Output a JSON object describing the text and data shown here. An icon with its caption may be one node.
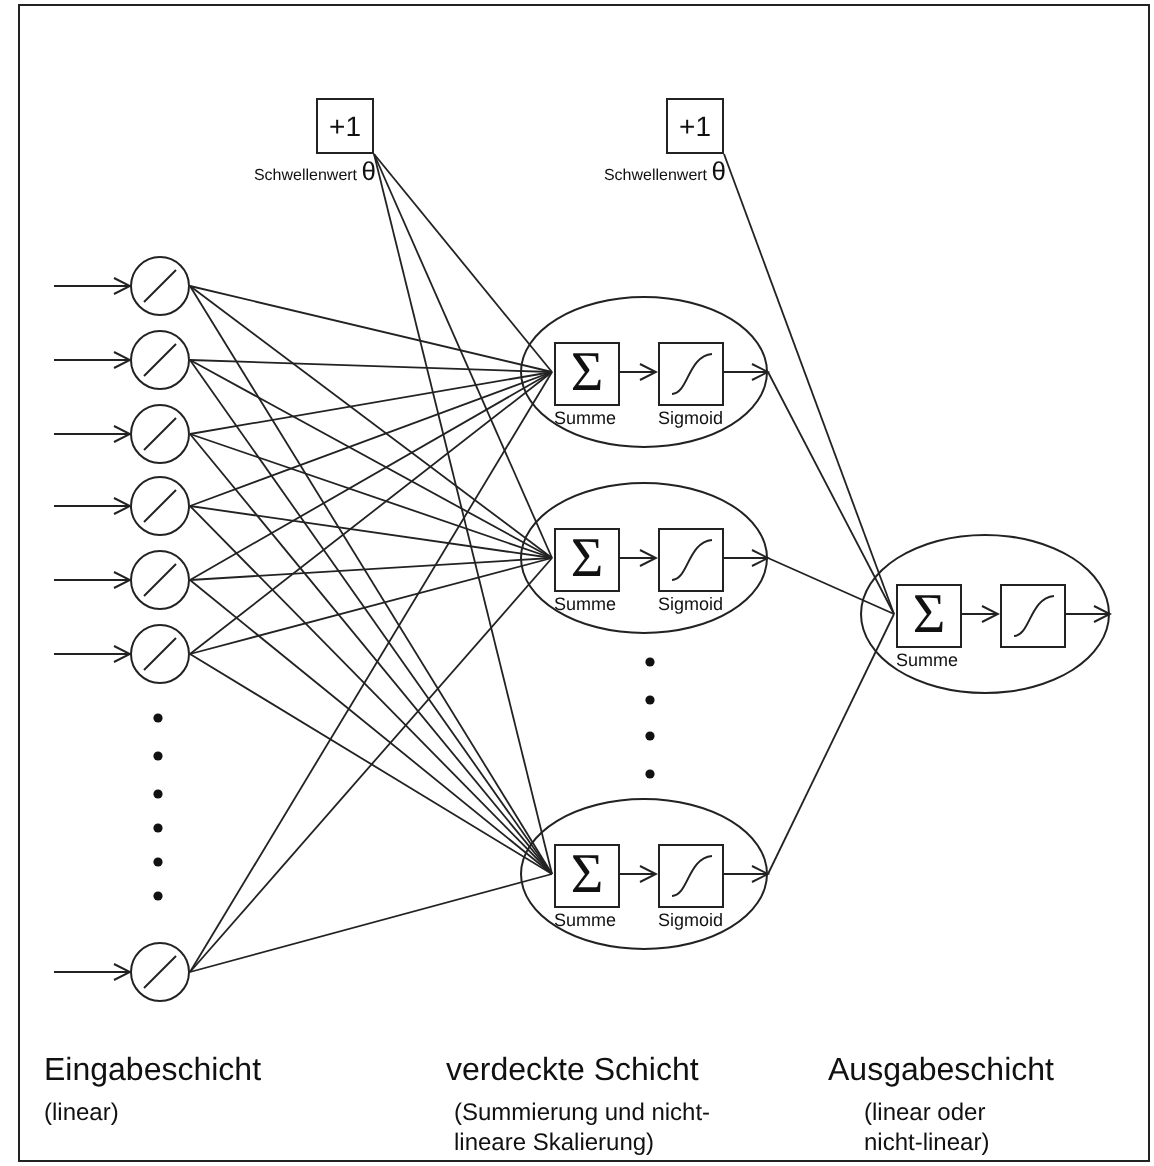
{
  "diagram": {
    "nodes": [
      {
        "text": [
          "+1"
        ],
        "beside": [
          "Schwellenwert θ"
        ]
      },
      {
        "text": [
          "+1"
        ],
        "beside": [
          "Schwellenwert θ"
        ]
      },
      {
        "text": [],
        "shape": "circle"
      },
      {
        "text": [],
        "shape": "circle"
      },
      {
        "text": [],
        "shape": "circle"
      },
      {
        "text": [],
        "shape": "circle"
      },
      {
        "text": [],
        "shape": "circle"
      },
      {
        "text": [],
        "shape": "circle"
      },
      {
        "text": [],
        "shape": "circle"
      },
      {
        "text": [],
        "shape": "ellipse"
      },
      {
        "text": [
          "Σ",
          "Summe"
        ],
        "in": 9
      },
      {
        "text": [
          "Sigmoid"
        ],
        "in": 9
      },
      {
        "text": [],
        "shape": "ellipse"
      },
      {
        "text": [
          "Σ",
          "Summe"
        ],
        "in": 12
      },
      {
        "text": [
          "Sigmoid"
        ],
        "in": 12
      },
      {
        "text": [],
        "shape": "ellipse"
      },
      {
        "text": [
          "Σ",
          "Summe"
        ],
        "in": 15
      },
      {
        "text": [
          "Sigmoid"
        ],
        "in": 15
      },
      {
        "text": [],
        "shape": "ellipse"
      },
      {
        "text": [
          "Σ",
          "Summe"
        ],
        "in": 18
      },
      {
        "text": [],
        "shape": "box",
        "in": 18
      }
    ],
    "edges": [
      {
        "from": null,
        "to": 2,
        "arrow": "to"
      },
      {
        "from": null,
        "to": 3,
        "arrow": "to"
      },
      {
        "from": null,
        "to": 4,
        "arrow": "to"
      },
      {
        "from": null,
        "to": 5,
        "arrow": "to"
      },
      {
        "from": null,
        "to": 6,
        "arrow": "to"
      },
      {
        "from": null,
        "to": 7,
        "arrow": "to"
      },
      {
        "from": null,
        "to": 8,
        "arrow": "to"
      },
      {
        "from": 2,
        "to": 10,
        "arrow": "none"
      },
      {
        "from": 2,
        "to": 13,
        "arrow": "none"
      },
      {
        "from": 2,
        "to": 16,
        "arrow": "none"
      },
      {
        "from": 3,
        "to": 10,
        "arrow": "none"
      },
      {
        "from": 3,
        "to": 13,
        "arrow": "none"
      },
      {
        "from": 3,
        "to": 16,
        "arrow": "none"
      },
      {
        "from": 4,
        "to": 10,
        "arrow": "none"
      },
      {
        "from": 4,
        "to": 13,
        "arrow": "none"
      },
      {
        "from": 4,
        "to": 16,
        "arrow": "none"
      },
      {
        "from": 5,
        "to": 10,
        "arrow": "none"
      },
      {
        "from": 5,
        "to": 13,
        "arrow": "none"
      },
      {
        "from": 5,
        "to": 16,
        "arrow": "none"
      },
      {
        "from": 6,
        "to": 10,
        "arrow": "none"
      },
      {
        "from": 6,
        "to": 13,
        "arrow": "none"
      },
      {
        "from": 6,
        "to": 16,
        "arrow": "none"
      },
      {
        "from": 7,
        "to": 10,
        "arrow": "none"
      },
      {
        "from": 7,
        "to": 13,
        "arrow": "none"
      },
      {
        "from": 7,
        "to": 16,
        "arrow": "none"
      },
      {
        "from": 8,
        "to": 10,
        "arrow": "none"
      },
      {
        "from": 8,
        "to": 13,
        "arrow": "none"
      },
      {
        "from": 8,
        "to": 16,
        "arrow": "none"
      },
      {
        "from": 0,
        "to": 10,
        "arrow": "none"
      },
      {
        "from": 0,
        "to": 13,
        "arrow": "none"
      },
      {
        "from": 0,
        "to": 16,
        "arrow": "none"
      },
      {
        "from": 10,
        "to": 11,
        "arrow": "to"
      },
      {
        "from": 13,
        "to": 14,
        "arrow": "to"
      },
      {
        "from": 16,
        "to": 17,
        "arrow": "to"
      },
      {
        "from": 11,
        "to": null,
        "arrow": "to"
      },
      {
        "from": 14,
        "to": null,
        "arrow": "to"
      },
      {
        "from": 17,
        "to": null,
        "arrow": "to"
      },
      {
        "from": 9,
        "to": 19,
        "arrow": "none"
      },
      {
        "from": 12,
        "to": 19,
        "arrow": "none"
      },
      {
        "from": 15,
        "to": 19,
        "arrow": "none"
      },
      {
        "from": 1,
        "to": 19,
        "arrow": "none"
      },
      {
        "from": 19,
        "to": 20,
        "arrow": "to"
      },
      {
        "from": 20,
        "to": null,
        "arrow": "to"
      }
    ],
    "labels": [
      "Eingabeschicht",
      "(linear)",
      "verdeckte Schicht",
      "(Summierung und nicht-lineare Skalierung)",
      "Ausgabeschicht",
      "(linear oder nicht-linear)"
    ]
  }
}
